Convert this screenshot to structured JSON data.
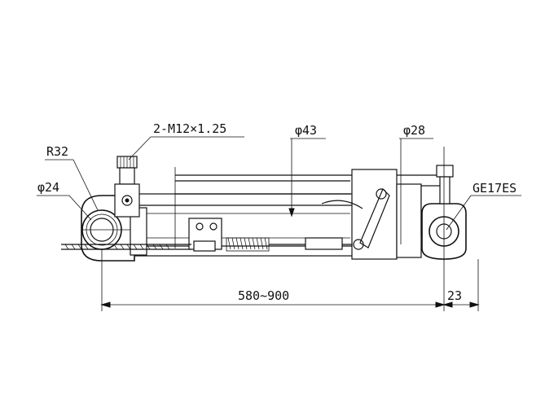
{
  "labels": {
    "thread": "2-M12×1.25",
    "radius": "R32",
    "eye_diameter": "φ24",
    "tube_diameter": "φ43",
    "rod_diameter": "φ28",
    "bearing": "GE17ES",
    "length_range": "580~900",
    "offset": "23"
  },
  "colors": {
    "line": "#111111",
    "background": "#ffffff"
  }
}
